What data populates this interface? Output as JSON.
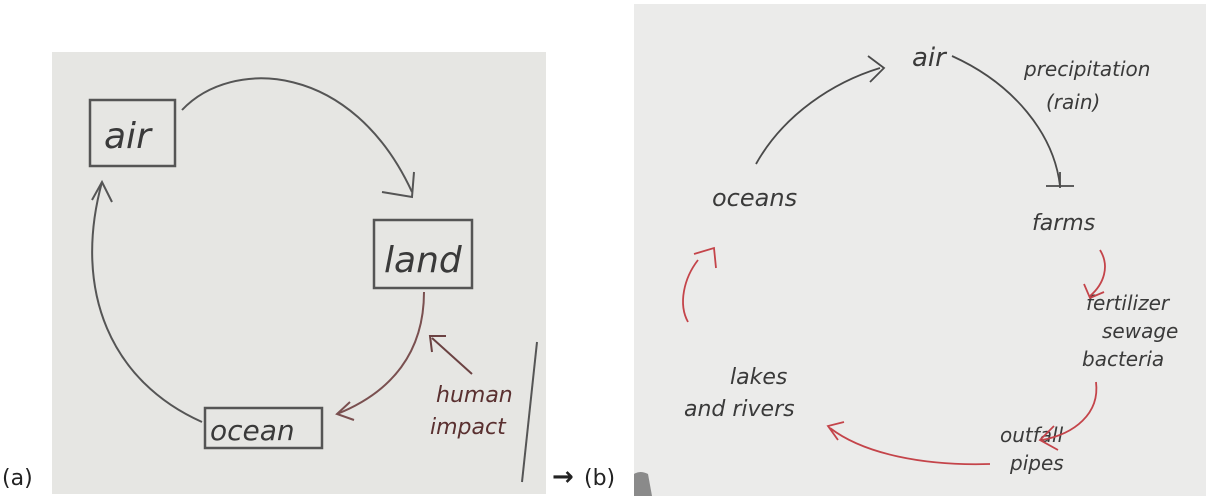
{
  "panel_a": {
    "caption": "(a)",
    "nodes": {
      "air": "air",
      "land": "land",
      "ocean": "ocean"
    },
    "annotation": {
      "line1": "human",
      "line2": "impact"
    }
  },
  "transition": {
    "arrow": "→",
    "caption": "(b)"
  },
  "panel_b": {
    "nodes": {
      "air": "air",
      "precip1": "precipitation",
      "precip2": "(rain)",
      "farms": "farms",
      "fert1": "fertilizer",
      "fert2": "sewage",
      "fert3": "bacteria",
      "outfall1": "outfall",
      "outfall2": "pipes",
      "lakes1": "lakes",
      "lakes2": "and rivers",
      "oceans": "oceans"
    },
    "colors": {
      "black_arrow": "#4a4a4a",
      "red_arrow": "#c4444a"
    }
  }
}
